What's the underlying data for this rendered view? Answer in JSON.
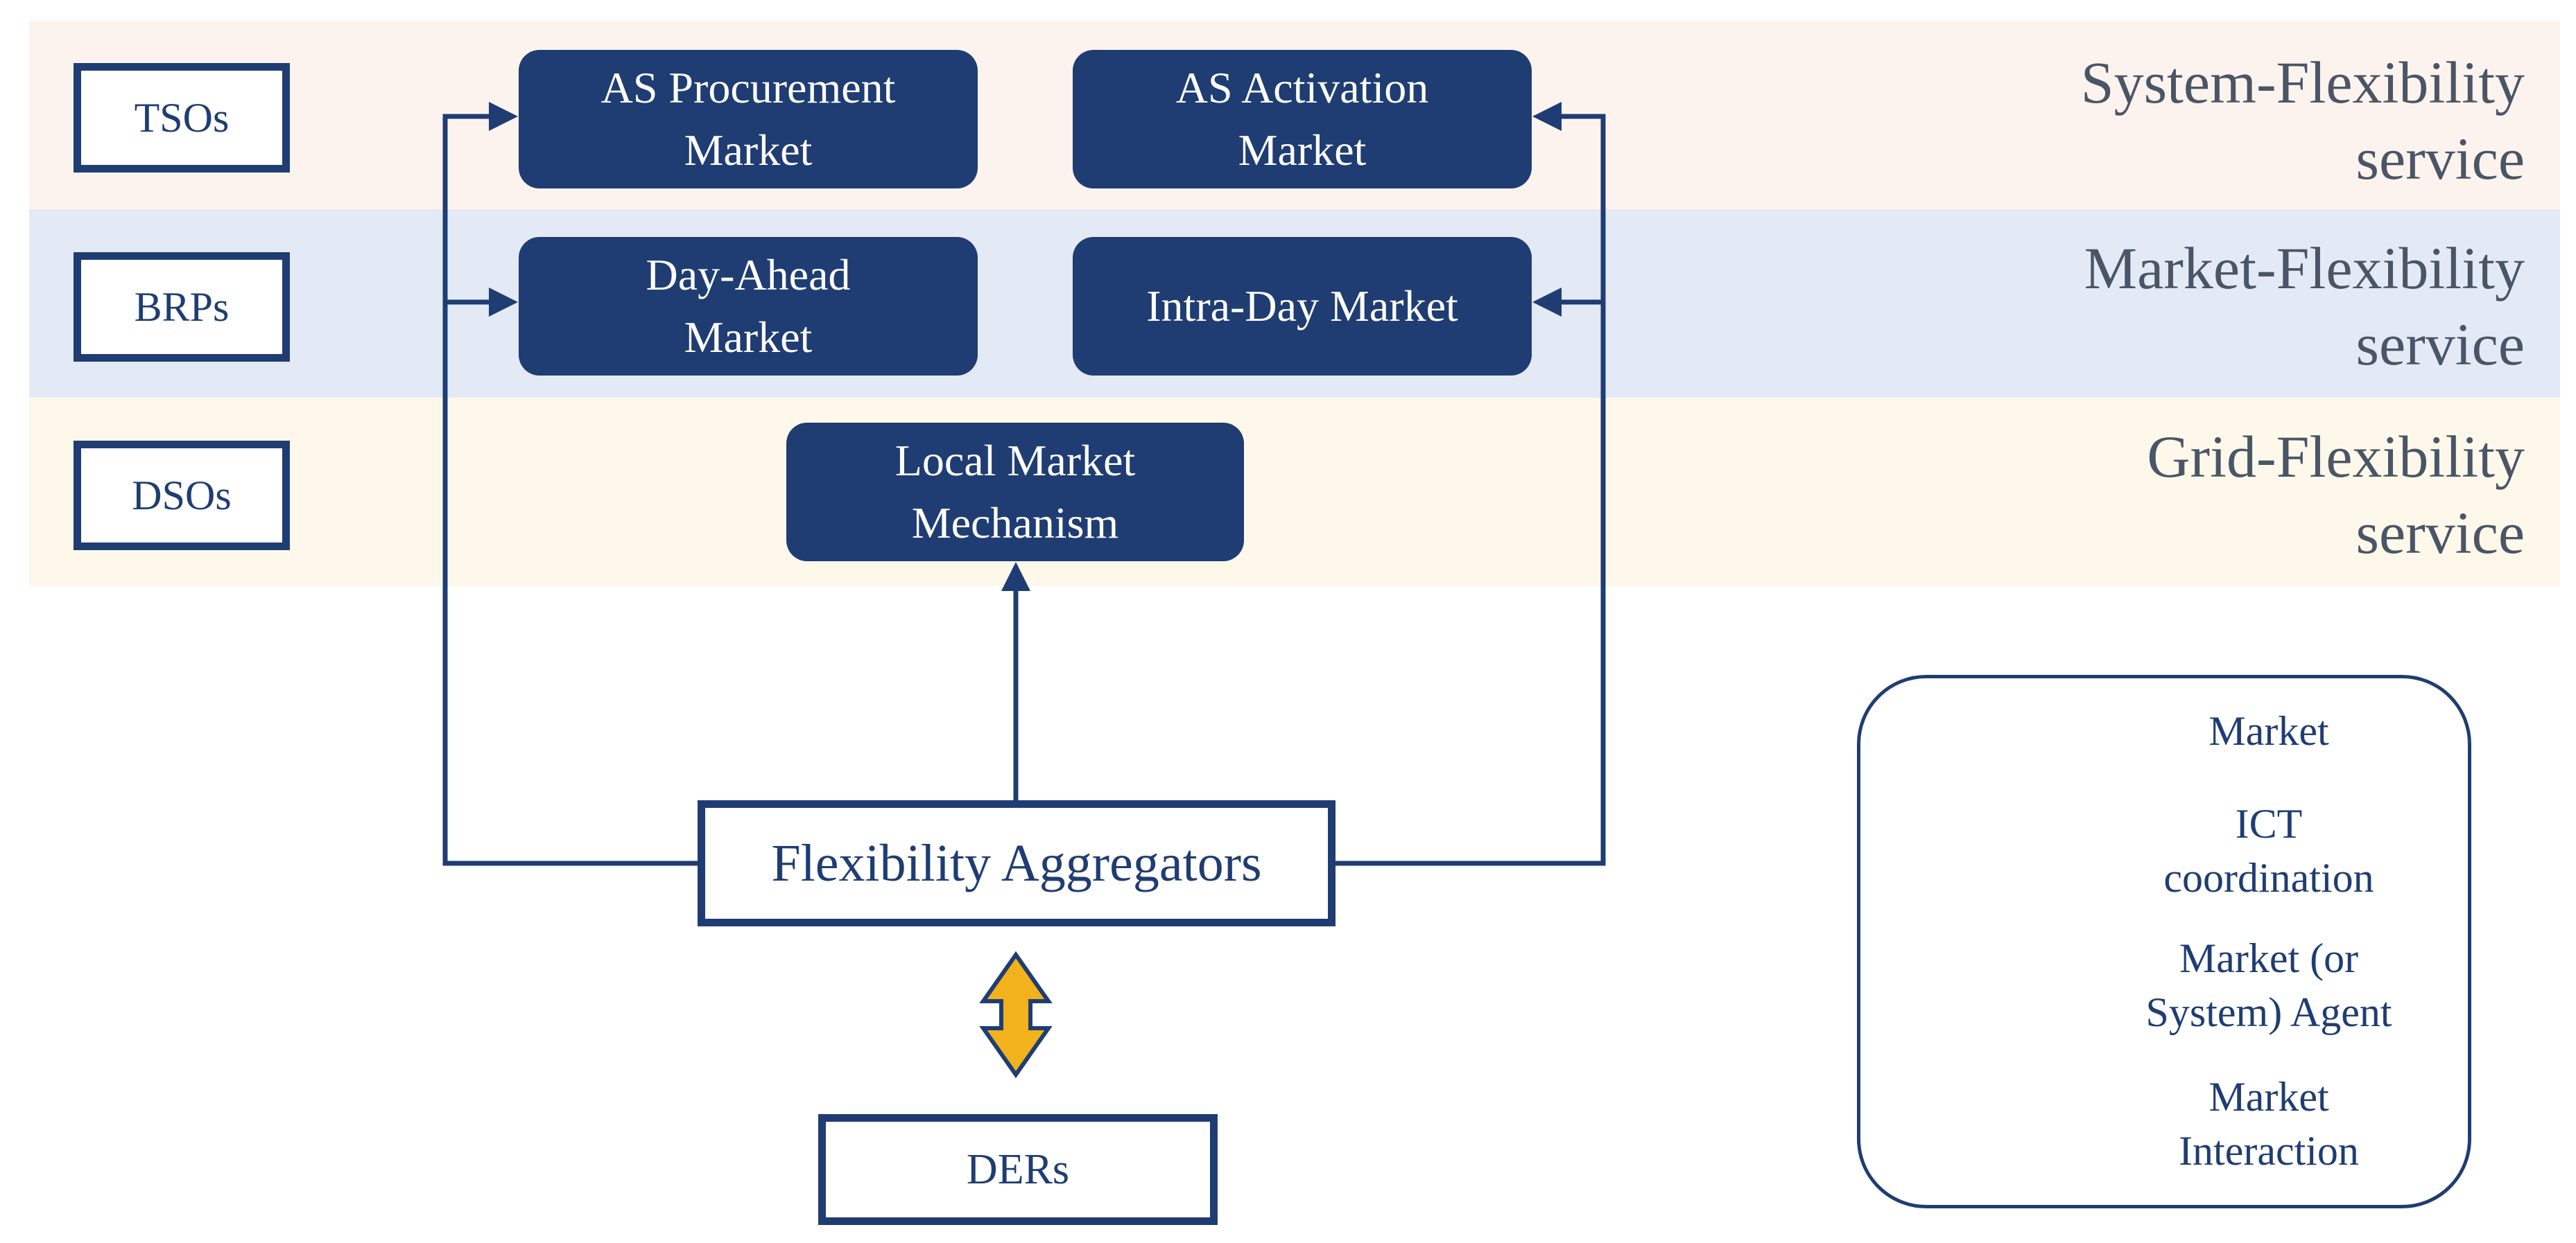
{
  "roles": {
    "tsos": "TSOs",
    "brps": "BRPs",
    "dsos": "DSOs"
  },
  "markets": {
    "as_procurement": "AS Procurement\nMarket",
    "as_activation": "AS Activation\nMarket",
    "day_ahead": "Day-Ahead\nMarket",
    "intra_day": "Intra-Day  Market",
    "local_market": "Local Market\nMechanism"
  },
  "services": {
    "system": "System-Flexibility\nservice",
    "market": "Market-Flexibility\nservice",
    "grid": "Grid-Flexibility\nservice"
  },
  "agents": {
    "aggregators": "Flexibility  Aggregators",
    "ders": "DERs"
  },
  "legend": {
    "market": "Market",
    "ict": "ICT\ncoordination",
    "agent": "Market (or\nSystem) Agent",
    "interaction": "Market\nInteraction"
  },
  "colors": {
    "navy": "#1f3d73",
    "ict_arrow_fill": "#f2b21b",
    "band_tso": "#fdf3ee",
    "band_brp": "#e3eaf5",
    "band_dso": "#fdf8ea"
  },
  "icons": [
    "double-arrow-icon",
    "arrow-right-icon"
  ]
}
